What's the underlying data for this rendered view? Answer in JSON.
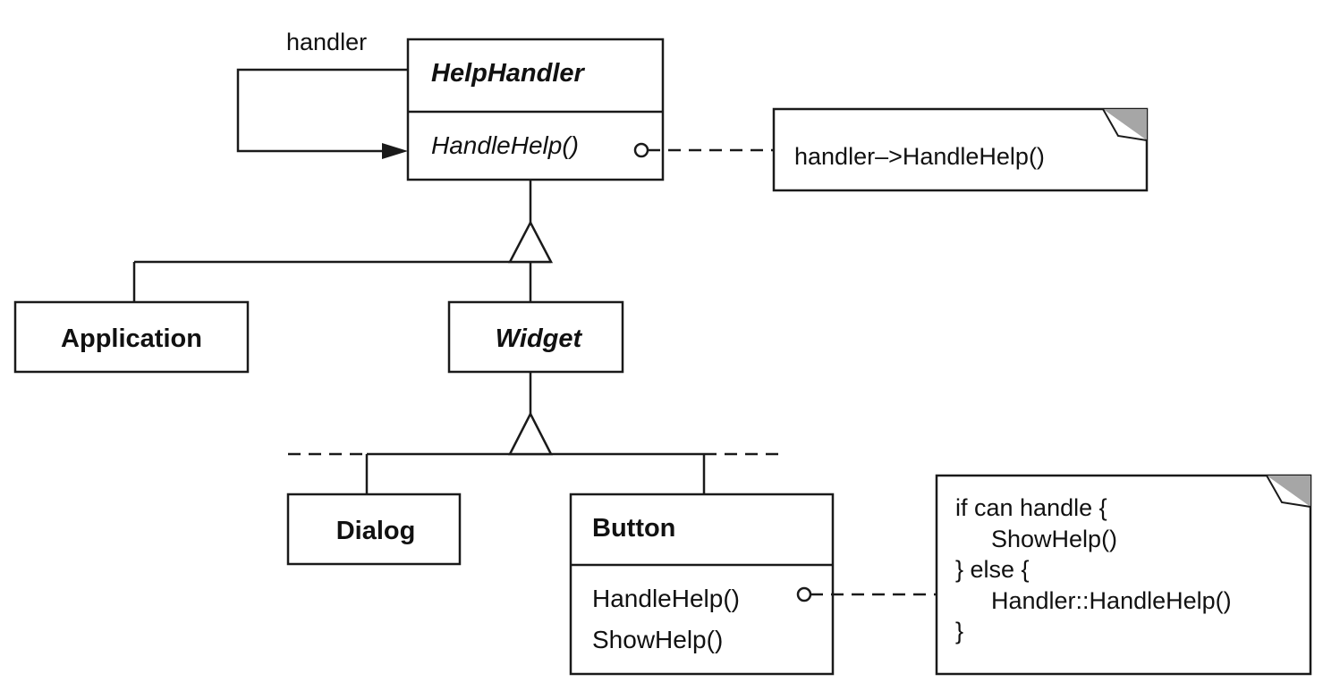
{
  "colors": {
    "line": "#1a1a1a",
    "background": "#ffffff",
    "note_corner": "#a6a6a6"
  },
  "association": {
    "role_label": "handler"
  },
  "classes": {
    "help_handler": {
      "name": "HelpHandler",
      "operation": "HandleHelp()"
    },
    "application": {
      "name": "Application"
    },
    "widget": {
      "name": "Widget"
    },
    "dialog": {
      "name": "Dialog"
    },
    "button": {
      "name": "Button",
      "operations": [
        "HandleHelp()",
        "ShowHelp()"
      ]
    }
  },
  "notes": {
    "handler_note": {
      "text": "handler–>HandleHelp()"
    },
    "button_note": {
      "lines": [
        "if can handle {",
        "ShowHelp()",
        "} else {",
        "Handler::HandleHelp()",
        "}"
      ]
    }
  }
}
